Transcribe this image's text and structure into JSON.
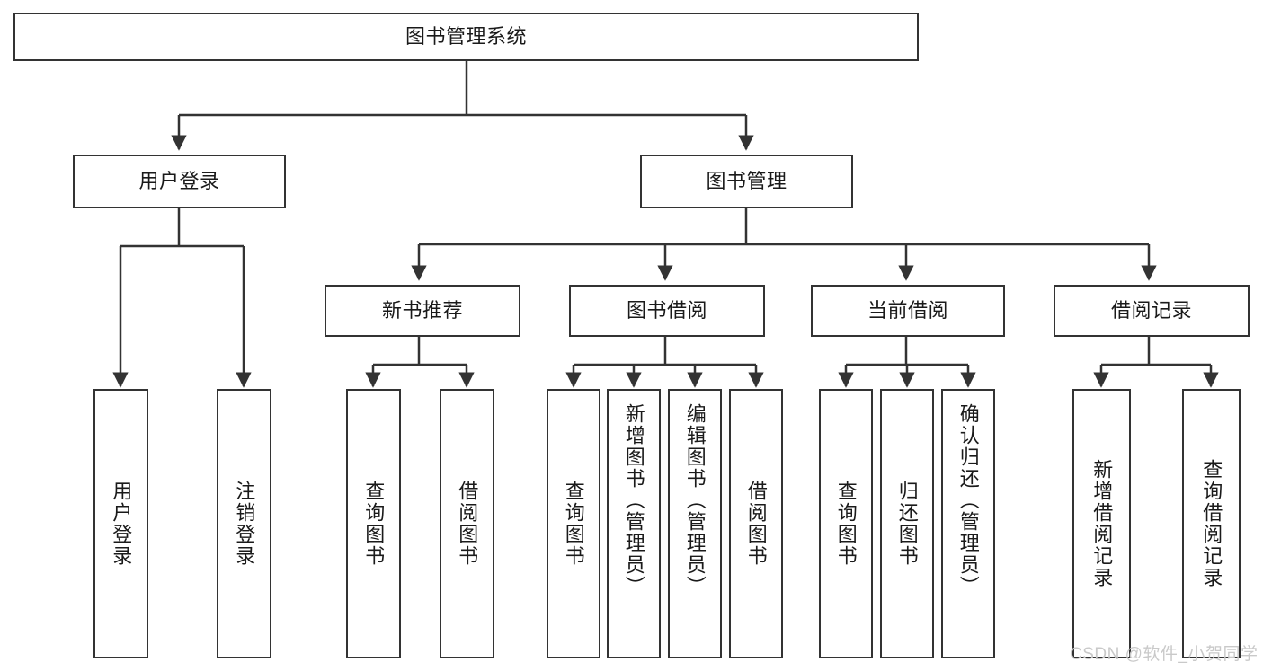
{
  "diagram": {
    "type": "tree-hierarchy",
    "title": "图书管理系统",
    "watermark": "CSDN @软件_小贺同学",
    "colors": {
      "stroke": "#333333",
      "fill": "#ffffff",
      "text": "#1a1a1a",
      "watermark": "#c9c9c9"
    },
    "root": {
      "label": "图书管理系统",
      "level": 0
    },
    "level1": [
      {
        "label": "用户登录"
      },
      {
        "label": "图书管理"
      }
    ],
    "level2": [
      {
        "label": "新书推荐",
        "parent": "图书管理"
      },
      {
        "label": "图书借阅",
        "parent": "图书管理"
      },
      {
        "label": "当前借阅",
        "parent": "图书管理"
      },
      {
        "label": "借阅记录",
        "parent": "图书管理"
      }
    ],
    "leaves": {
      "user_login": [
        {
          "label": "用户登录"
        },
        {
          "label": "注销登录"
        }
      ],
      "new_book": [
        {
          "label": "查询图书"
        },
        {
          "label": "借阅图书"
        }
      ],
      "borrow_book": [
        {
          "label": "查询图书"
        },
        {
          "label": "新增图书（管理员）"
        },
        {
          "label": "编辑图书（管理员）"
        },
        {
          "label": "借阅图书"
        }
      ],
      "current_borrow": [
        {
          "label": "查询图书"
        },
        {
          "label": "归还图书"
        },
        {
          "label": "确认归还（管理员）"
        }
      ],
      "borrow_record": [
        {
          "label": "新增借阅记录"
        },
        {
          "label": "查询借阅记录"
        }
      ]
    }
  }
}
